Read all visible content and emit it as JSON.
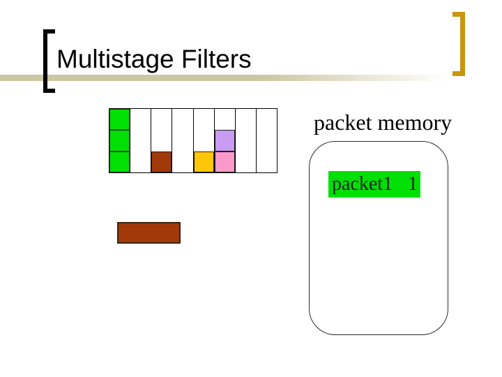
{
  "slide": {
    "title": "Multistage Filters",
    "accent_colors": {
      "rule_line": "#CBC7A0",
      "left_bracket": "#000000",
      "right_bracket": "#C8960F"
    }
  },
  "filter_grid": {
    "columns_count": 8,
    "rows_count": 3,
    "palette": {
      "green": "#00E004",
      "brown": "#A23908",
      "yellow": "#FFC607",
      "purple": "#C89CF2",
      "pink": "#FA9ACB"
    },
    "columns": [
      {
        "cells": [
          {
            "row": 0,
            "color": "green"
          },
          {
            "row": 1,
            "color": "green"
          },
          {
            "row": 2,
            "color": "green"
          }
        ]
      },
      {
        "cells": []
      },
      {
        "cells": [
          {
            "row": 2,
            "color": "brown"
          }
        ]
      },
      {
        "cells": []
      },
      {
        "cells": [
          {
            "row": 2,
            "color": "yellow"
          }
        ]
      },
      {
        "cells": [
          {
            "row": 1,
            "color": "purple"
          },
          {
            "row": 2,
            "color": "pink"
          }
        ]
      },
      {
        "cells": []
      },
      {
        "cells": []
      }
    ]
  },
  "packet_memory": {
    "label": "packet memory",
    "entries": [
      {
        "name": "packet1",
        "count": "1",
        "highlight": "#00E004"
      }
    ]
  },
  "packet_swatch": {
    "color": "#A23908"
  }
}
